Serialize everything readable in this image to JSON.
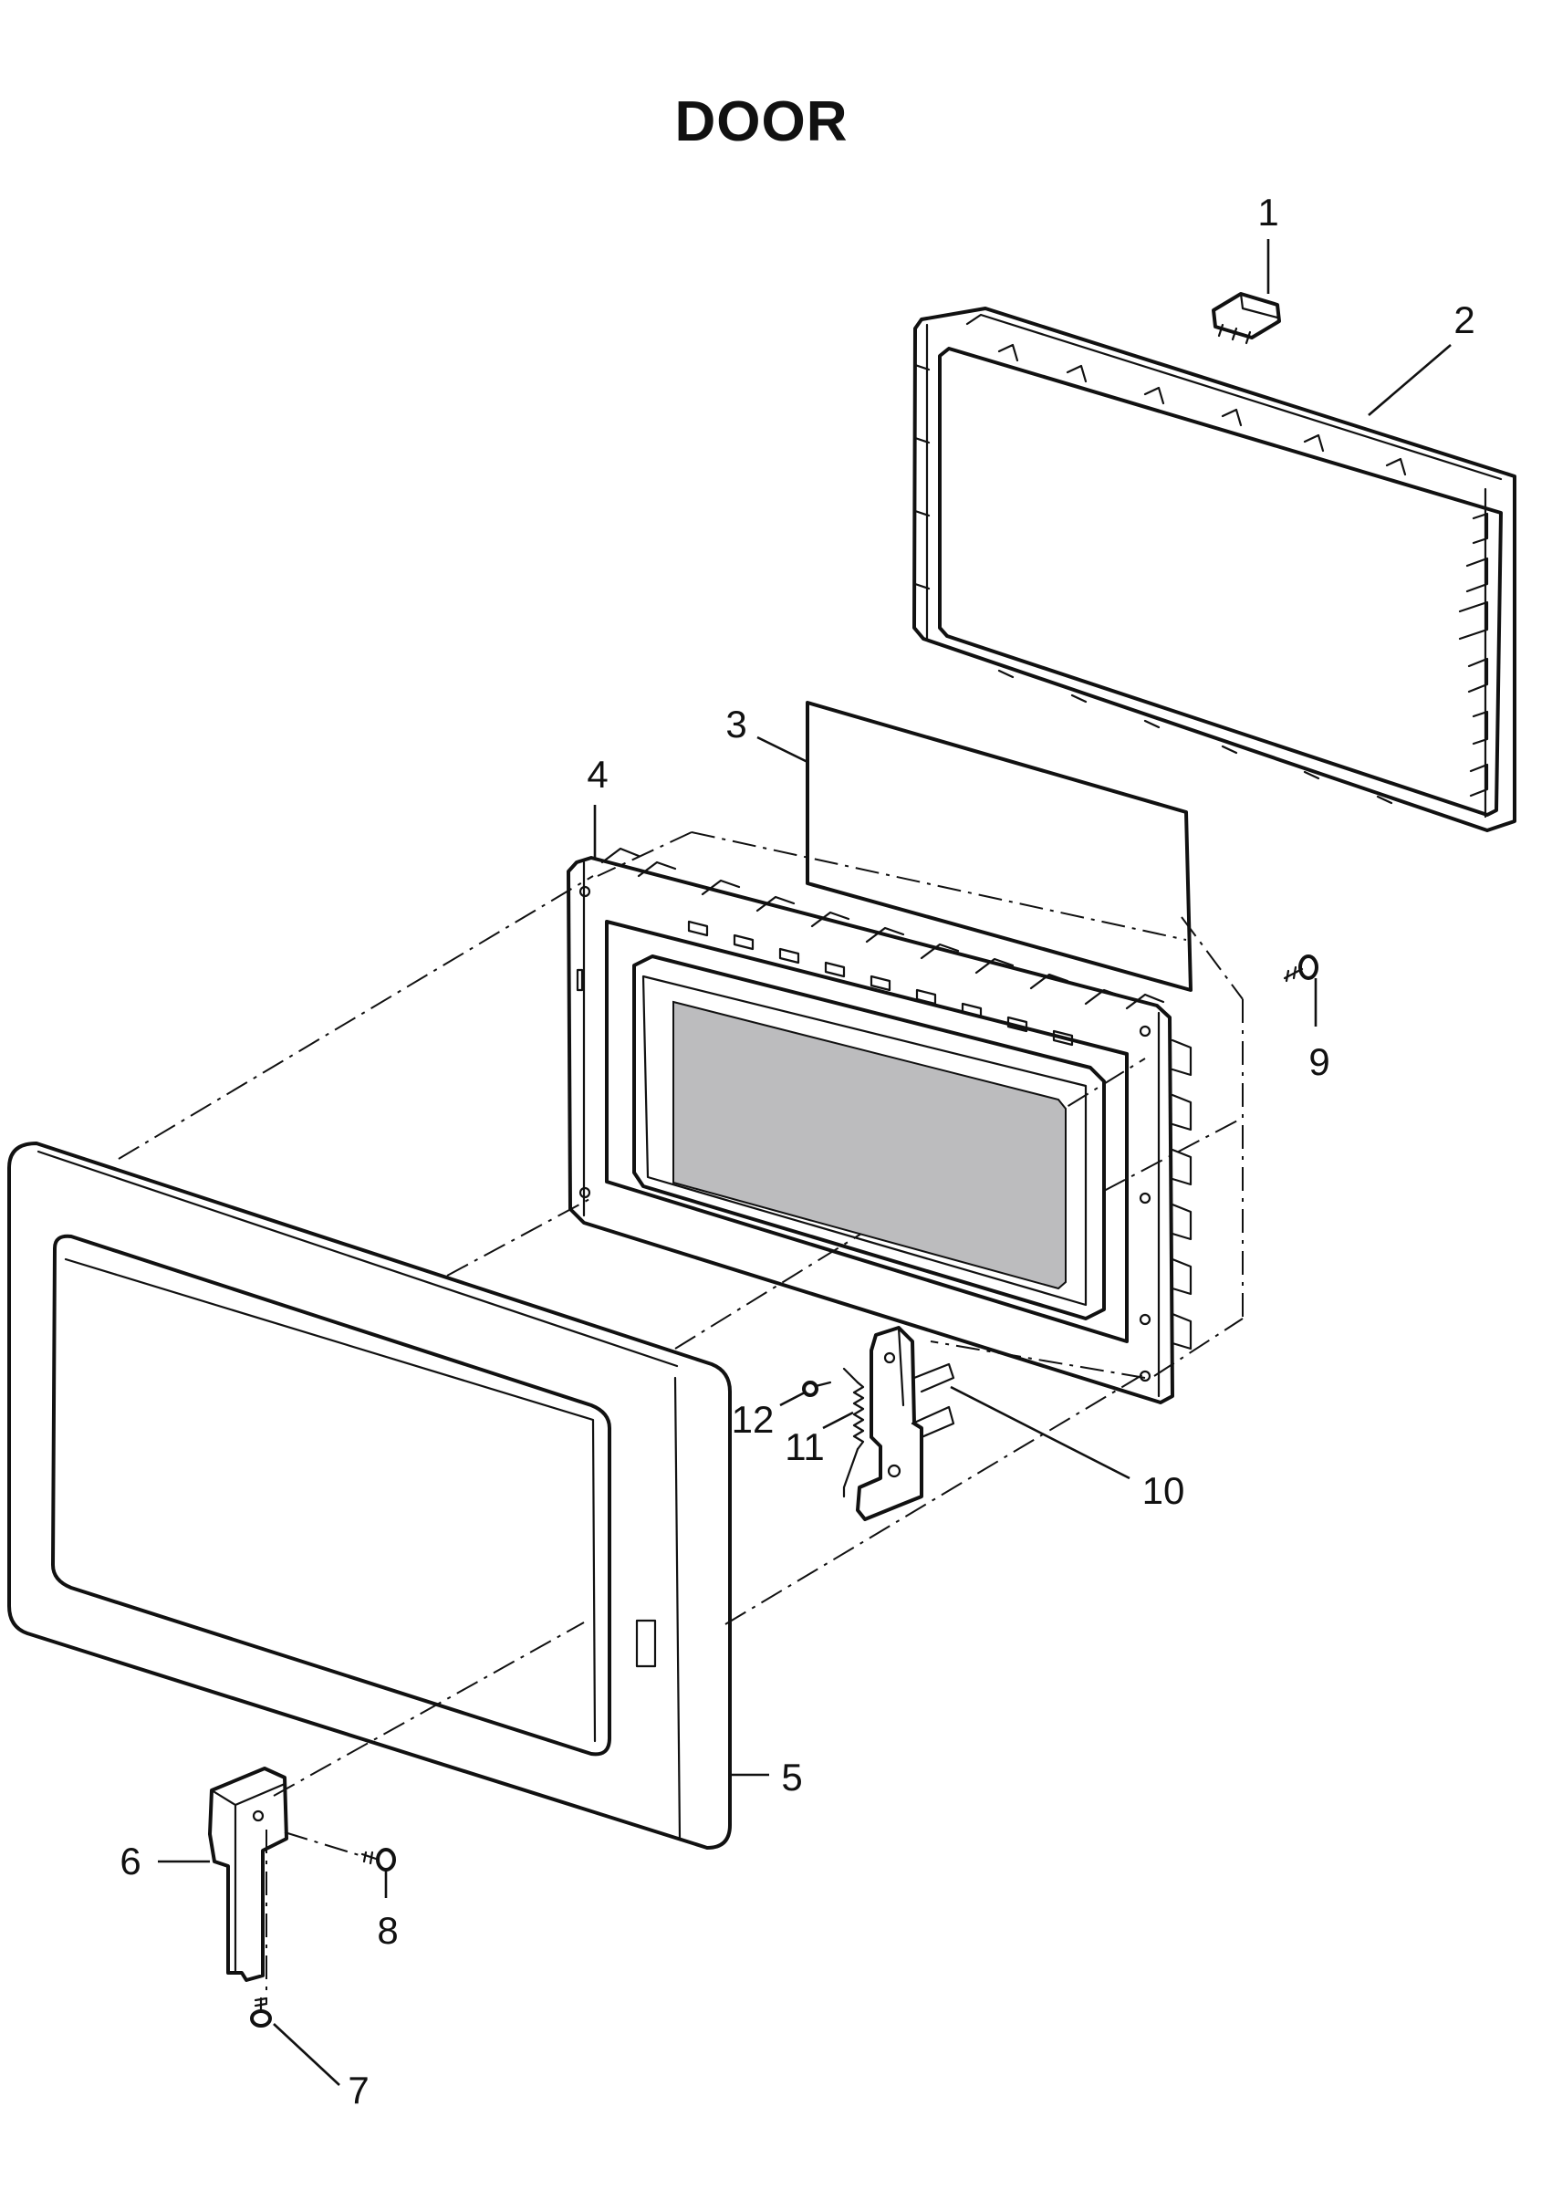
{
  "title": "DOOR",
  "callouts": [
    "1",
    "2",
    "3",
    "4",
    "5",
    "6",
    "7",
    "8",
    "9",
    "10",
    "11",
    "12"
  ],
  "colors": {
    "line": "#111111",
    "glass": "#bcbcbe",
    "background": "#ffffff"
  }
}
